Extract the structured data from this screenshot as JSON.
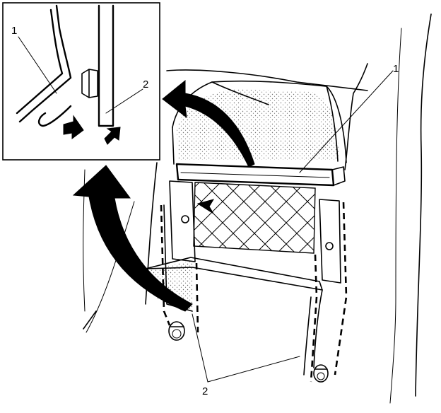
{
  "callouts": {
    "inset_1": "1",
    "inset_2": "2",
    "main_1": "1",
    "main_2": "2"
  },
  "colors": {
    "ink": "#000000",
    "paper": "#ffffff"
  }
}
